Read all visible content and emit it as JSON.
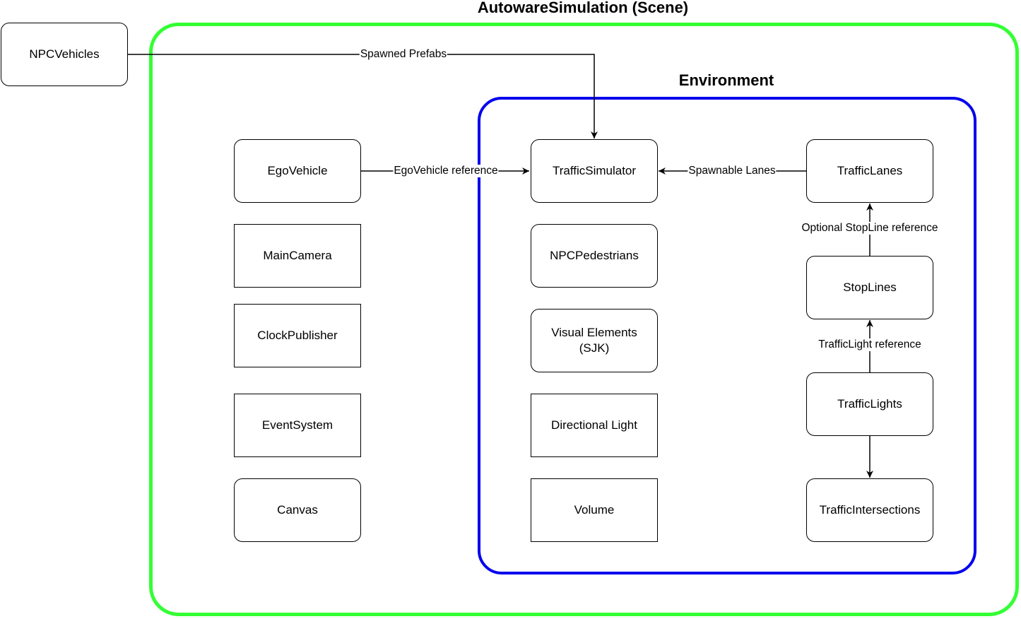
{
  "scene": {
    "title": "AutowareSimulation (Scene)",
    "border_color": "#33ff33"
  },
  "environment": {
    "title": "Environment",
    "border_color": "#0000ee"
  },
  "nodes": {
    "npc_vehicles": "NPCVehicles",
    "ego_vehicle": "EgoVehicle",
    "main_camera": "MainCamera",
    "clock_publisher": "ClockPublisher",
    "event_system": "EventSystem",
    "canvas": "Canvas",
    "traffic_simulator": "TrafficSimulator",
    "npc_pedestrians": "NPCPedestrians",
    "visual_elements": "Visual Elements\n(SJK)",
    "directional_light": "Directional Light",
    "volume": "Volume",
    "traffic_lanes": "TrafficLanes",
    "stop_lines": "StopLines",
    "traffic_lights": "TrafficLights",
    "traffic_intersections": "TrafficIntersections"
  },
  "edges": {
    "spawned_prefabs": "Spawned Prefabs",
    "egovehicle_reference": "EgoVehicle reference",
    "spawnable_lanes": "Spawnable Lanes",
    "optional_stopline_reference": "Optional StopLine reference",
    "trafficlight_reference": "TrafficLight reference"
  }
}
